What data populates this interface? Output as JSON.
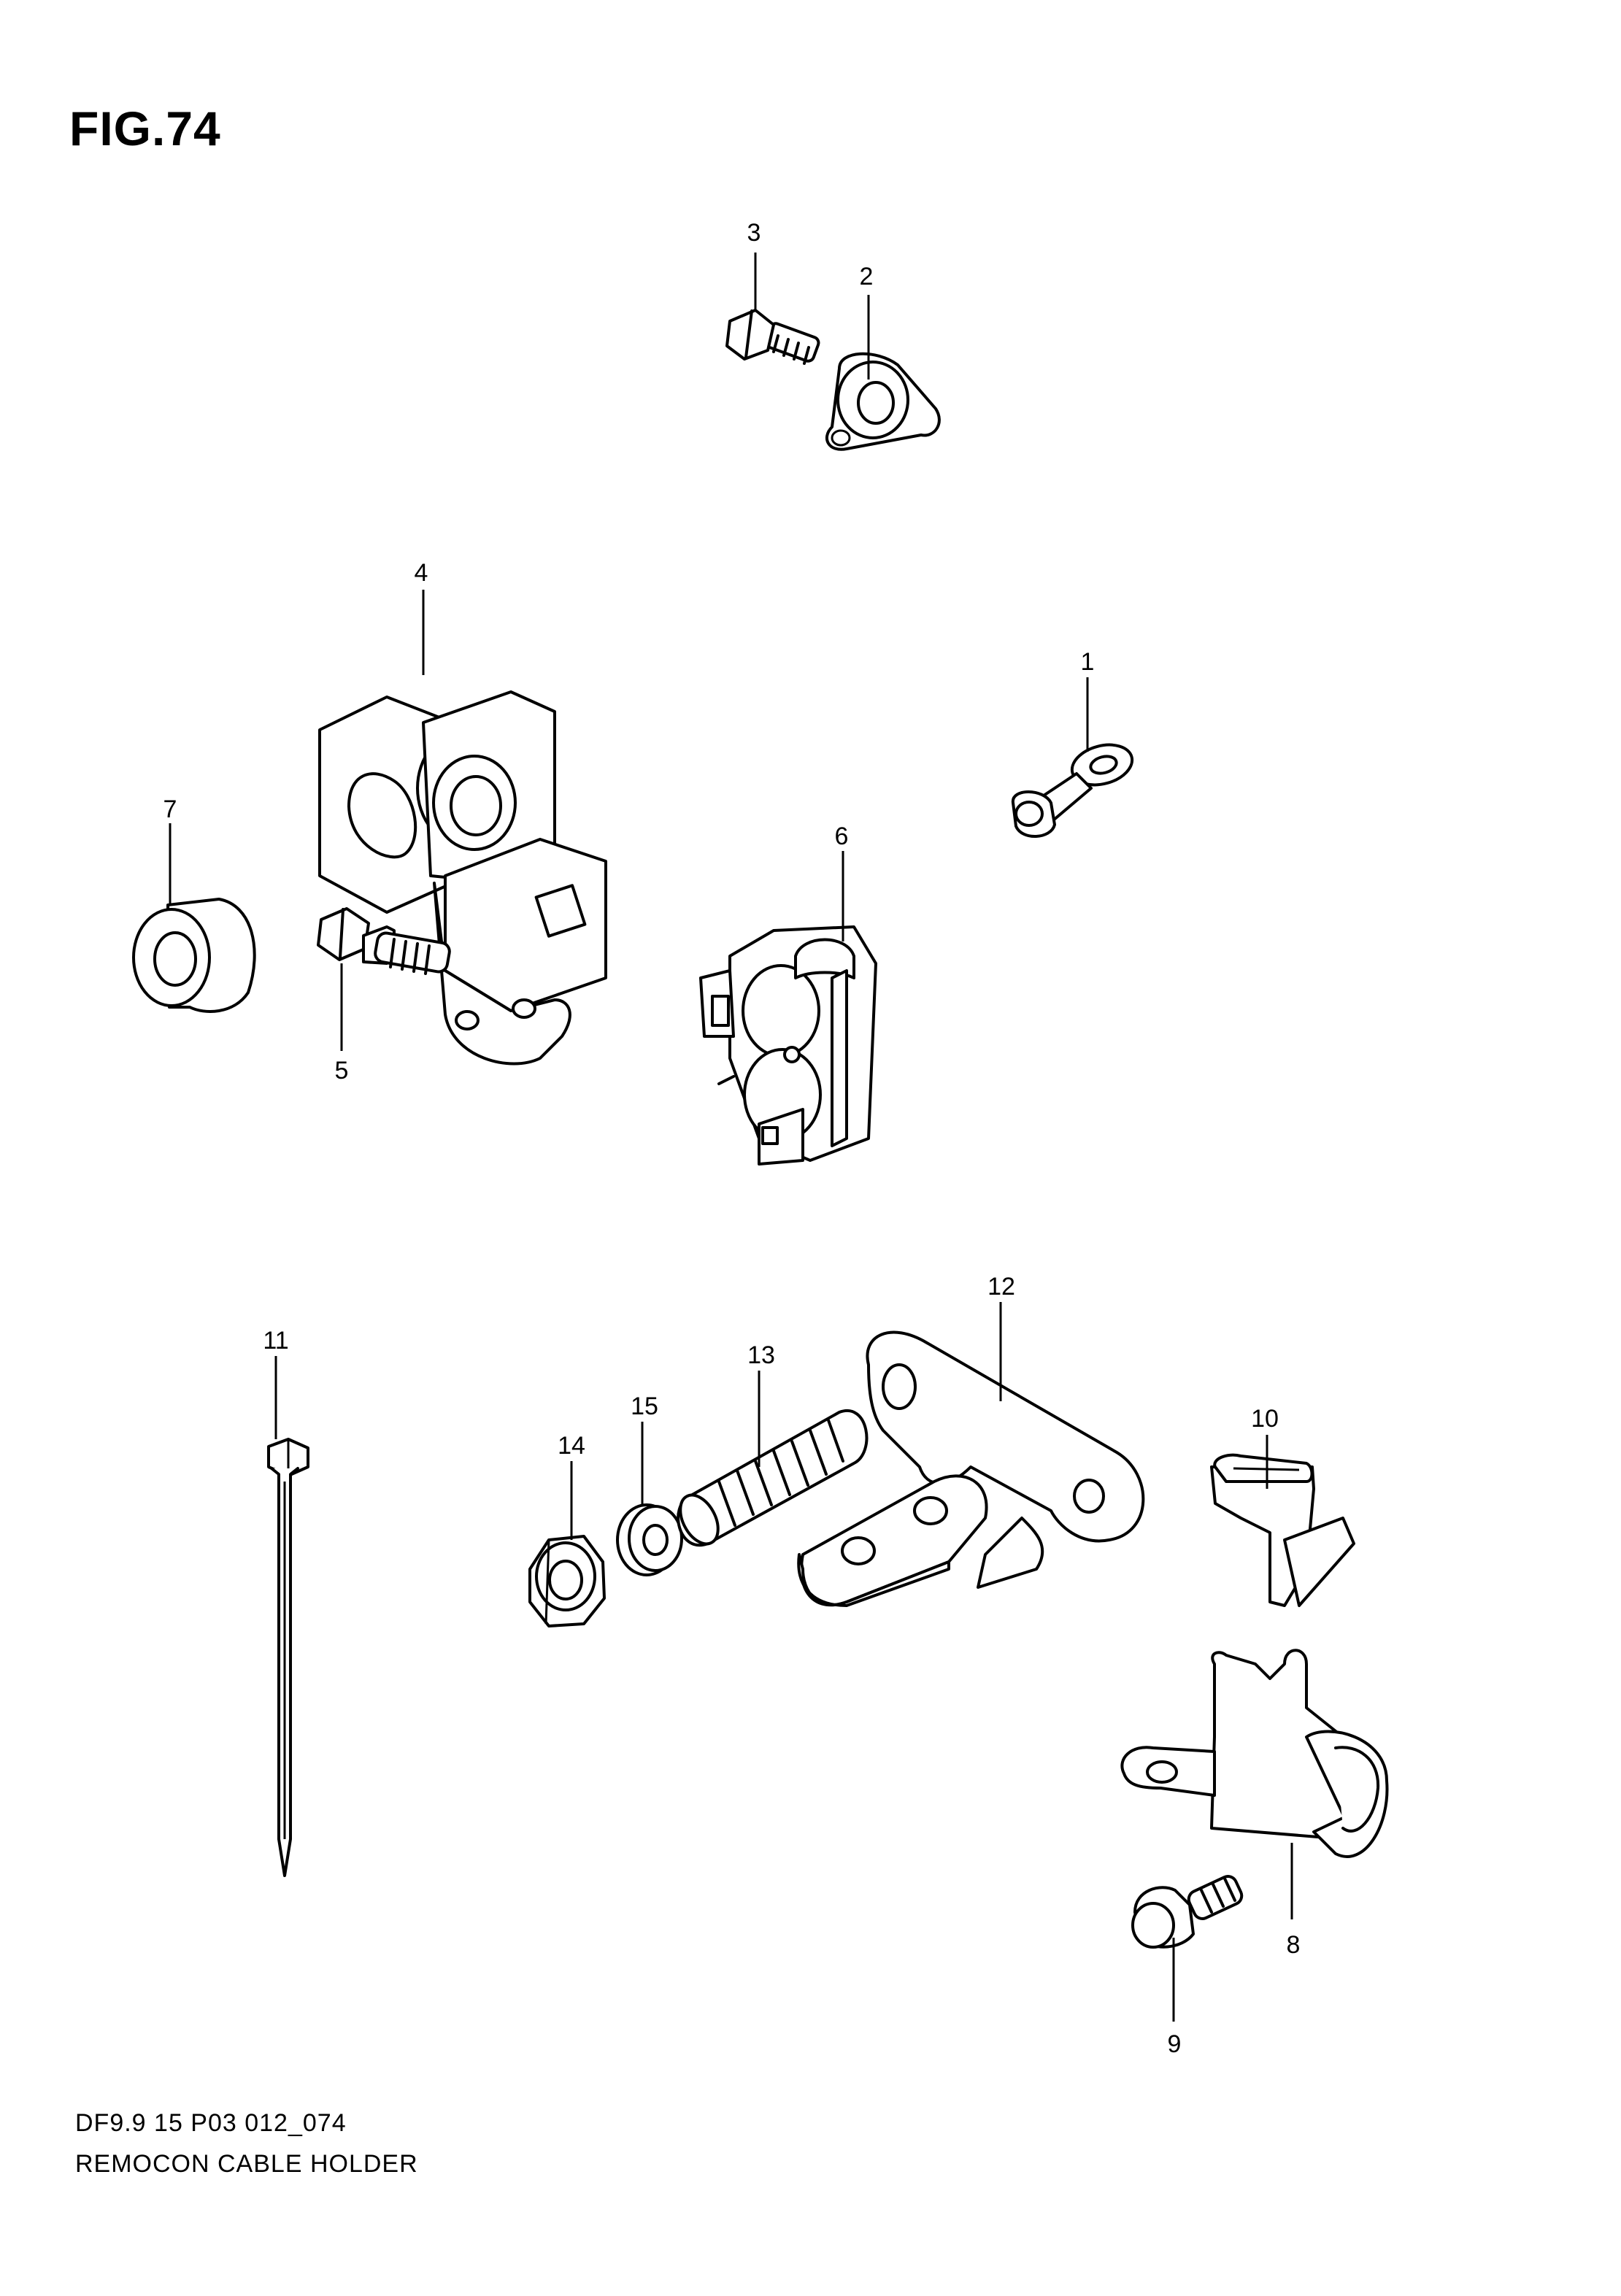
{
  "figure": {
    "title": "FIG.74",
    "code": "DF9.9 15 P03 012_074",
    "name": "REMOCON CABLE HOLDER"
  },
  "callouts": {
    "c1": "1",
    "c2": "2",
    "c3": "3",
    "c4": "4",
    "c5": "5",
    "c6": "6",
    "c7": "7",
    "c8": "8",
    "c9": "9",
    "c10": "10",
    "c11": "11",
    "c12": "12",
    "c13": "13",
    "c14": "14",
    "c15": "15"
  }
}
